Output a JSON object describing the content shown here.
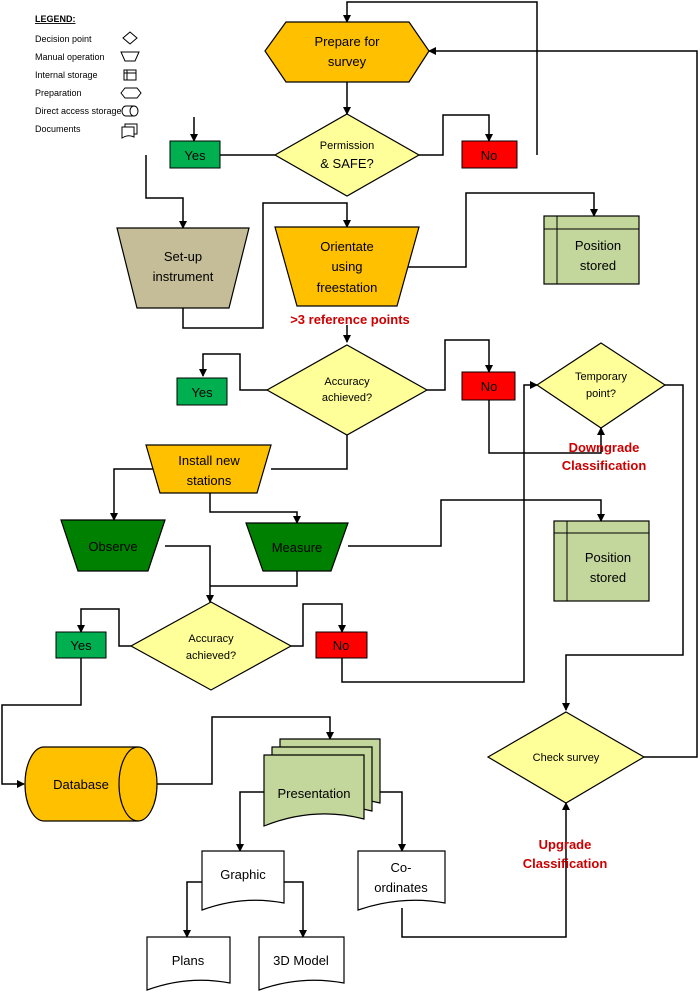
{
  "legend": {
    "title": "LEGEND:",
    "items": [
      {
        "label": "Decision point",
        "icon": "diamond-icon"
      },
      {
        "label": "Manual operation",
        "icon": "trapezoid-icon"
      },
      {
        "label": "Internal storage",
        "icon": "internal-storage-icon"
      },
      {
        "label": "Preparation",
        "icon": "hexagon-icon"
      },
      {
        "label": "Direct access storage",
        "icon": "cylinder-icon"
      },
      {
        "label": "Documents",
        "icon": "documents-icon"
      }
    ]
  },
  "nodes": {
    "prepare": {
      "line1": "Prepare for",
      "line2": "survey"
    },
    "permission": {
      "line1": "Permission",
      "line2": "& SAFE?"
    },
    "yes1": "Yes",
    "no1": "No",
    "setup": {
      "line1": "Set-up",
      "line2": "instrument"
    },
    "orientate": {
      "line1": "Orientate",
      "line2": "using",
      "line3": "freestation"
    },
    "position1": {
      "line1": "Position",
      "line2": "stored"
    },
    "refpoints": ">3 reference points",
    "accuracy1": {
      "line1": "Accuracy",
      "line2": "achieved?"
    },
    "yes2": "Yes",
    "no2": "No",
    "temporary": {
      "line1": "Temporary",
      "line2": "point?"
    },
    "downgrade": {
      "line1": "Downgrade",
      "line2": "Classification"
    },
    "install": {
      "line1": "Install new",
      "line2": "stations"
    },
    "observe": "Observe",
    "measure": "Measure",
    "position2": {
      "line1": "Position",
      "line2": "stored"
    },
    "accuracy2": {
      "line1": "Accuracy",
      "line2": "achieved?"
    },
    "yes3": "Yes",
    "no3": "No",
    "database": "Database",
    "presentation": "Presentation",
    "checksurvey": "Check survey",
    "upgrade": {
      "line1": "Upgrade",
      "line2": "Classification"
    },
    "graphic": "Graphic",
    "coordinates": {
      "line1": "Co-",
      "line2": "ordinates"
    },
    "plans": "Plans",
    "model3d": "3D Model"
  },
  "colors": {
    "orange": "#ffc000",
    "yellow": "#ffff99",
    "green": "#00b050",
    "dark_green": "#008000",
    "red": "#ff0000",
    "tan": "#c4bd97",
    "light_green": "#c3d69b",
    "note_red": "#cc0000"
  }
}
